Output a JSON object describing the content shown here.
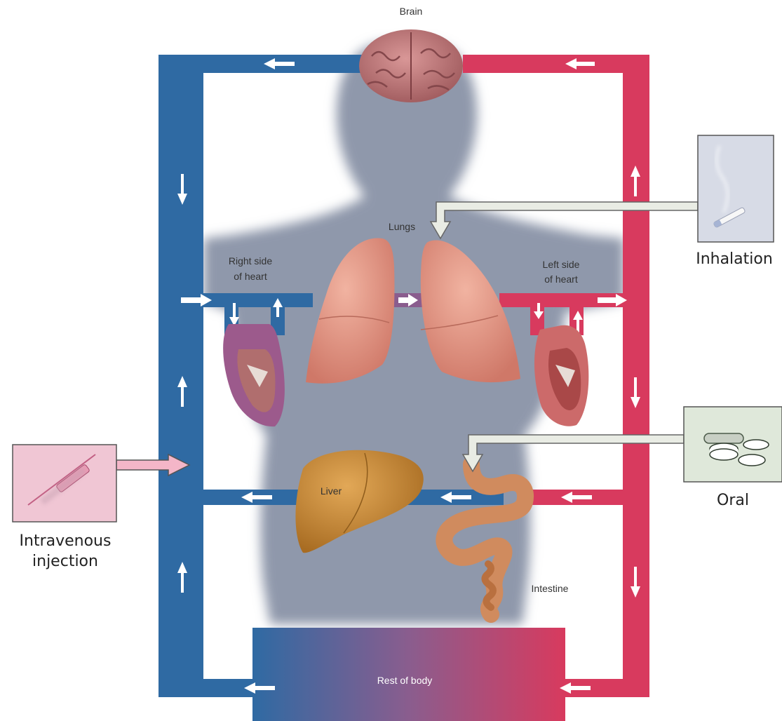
{
  "labels": {
    "brain": "Brain",
    "lungs": "Lungs",
    "right_heart_line1": "Right side",
    "right_heart_line2": "of heart",
    "left_heart_line1": "Left side",
    "left_heart_line2": "of heart",
    "liver": "Liver",
    "intestine": "Intestine",
    "rest_of_body": "Rest of body",
    "inhalation": "Inhalation",
    "oral": "Oral",
    "iv_line1": "Intravenous",
    "iv_line2": "injection"
  },
  "colors": {
    "venous": "#2f6aa3",
    "arterial": "#d83a5e",
    "body_silhouette": "#8f98ab",
    "organ_flesh": "#e2907f",
    "liver": "#c98a34",
    "brain": "#c17a7d",
    "heart": "#9c5a8c",
    "iv_panel": "#f0c6d4",
    "oral_panel": "#dfe8da",
    "inhalation_panel": "#d7dbe6"
  },
  "icons": {
    "brain": "brain-icon",
    "lungs": "lungs-icon",
    "right_heart": "heart-icon",
    "left_heart": "heart-icon",
    "liver": "liver-icon",
    "intestine": "intestine-icon",
    "cigarette": "cigarette-icon",
    "pills": "pills-icon",
    "syringe": "syringe-icon"
  }
}
